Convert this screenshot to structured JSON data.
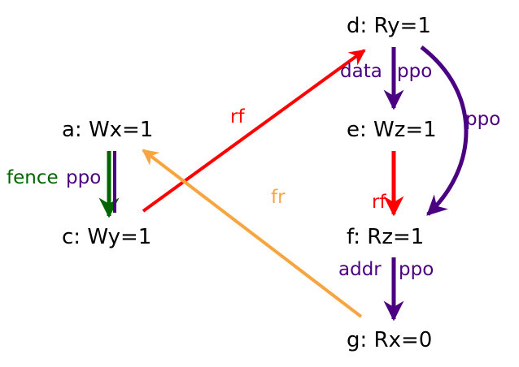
{
  "nodes": {
    "a": "a: Wx=1",
    "c": "c: Wy=1",
    "d": "d: Ry=1",
    "e": "e: Wz=1",
    "f": "f: Rz=1",
    "g": "g: Rx=0"
  },
  "labels": {
    "fence": "fence",
    "ppo_ac": "ppo",
    "rf_cd": "rf",
    "fr_ga": "fr",
    "data": "data",
    "ppo_de": "ppo",
    "ppo_df": "ppo",
    "rf_ef": "rf",
    "addr": "addr",
    "ppo_fg": "ppo"
  },
  "colors": {
    "rf": "#ff0000",
    "fr": "#f7a541",
    "ppo": "#4b0082",
    "fence": "#006400",
    "text": "#000000"
  }
}
